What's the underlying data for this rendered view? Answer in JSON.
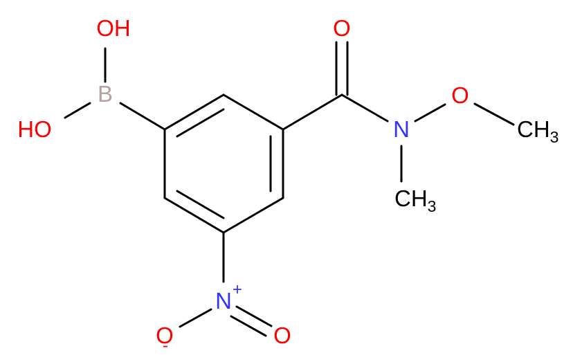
{
  "molecule": {
    "atoms": {
      "boron": "B",
      "hydroxyl_top": "OH",
      "hydroxyl_left": "HO",
      "carbonyl_oxygen": "O",
      "amide_nitrogen": "N",
      "methoxy_oxygen": "O",
      "methoxy_methyl": "CH",
      "methoxy_methyl_subscript": "3",
      "n_methyl": "CH",
      "n_methyl_subscript": "3",
      "nitro_nitrogen": "N",
      "nitro_plus_charge": "+",
      "nitro_oxygen_anion": "O",
      "nitro_minus_charge": "-",
      "nitro_oxygen_double": "O"
    },
    "colors": {
      "bond": "#000000",
      "boron": "#B5A3A3",
      "oxygen": "#FF0000",
      "nitrogen": "#3333FF",
      "carbon": "#000000"
    }
  }
}
